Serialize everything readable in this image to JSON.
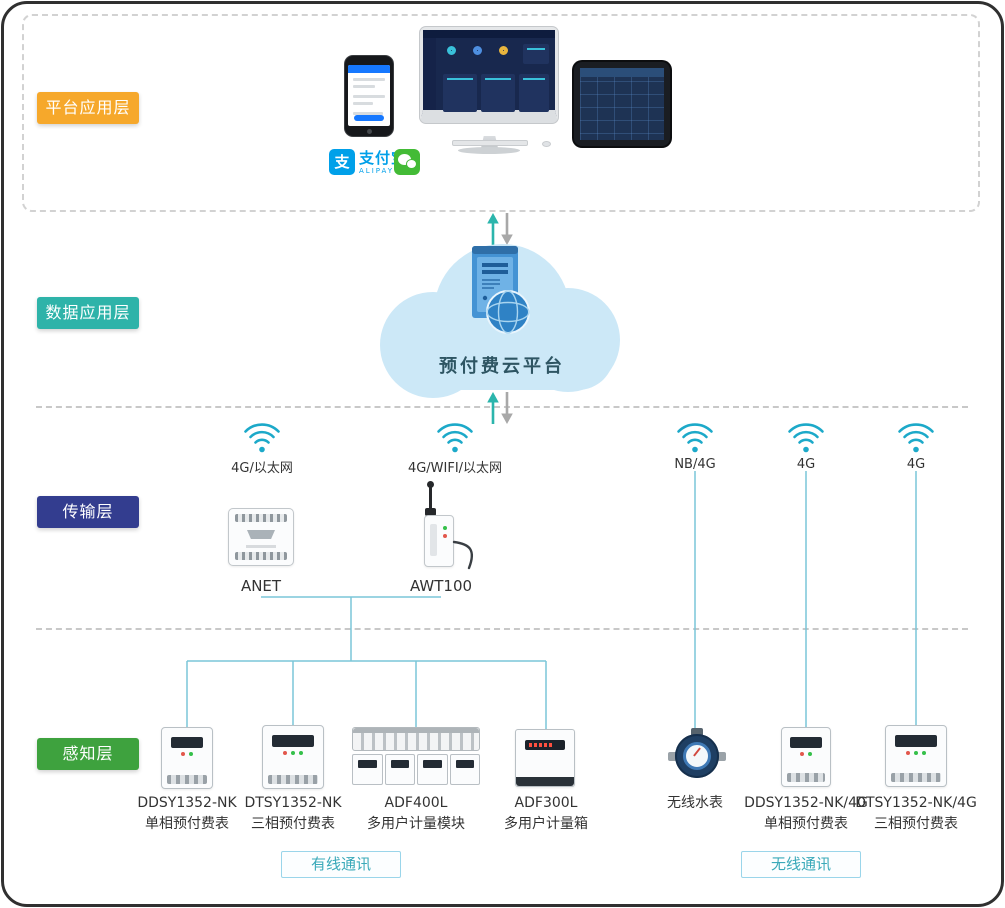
{
  "layers": {
    "platform": {
      "label": "平台应用层",
      "color": "#F6A82B"
    },
    "data": {
      "label": "数据应用层",
      "color": "#2EB3A9"
    },
    "transmission": {
      "label": "传输层",
      "color": "#333D8F"
    },
    "perception": {
      "label": "感知层",
      "color": "#3EA23E"
    }
  },
  "cloud": {
    "title": "预付费云平台"
  },
  "app_icons": {
    "alipay_glyph": "支",
    "alipay_name": "支付宝",
    "alipay_sub": "ALIPAY",
    "wechat_icon": "wechat"
  },
  "network_nodes": [
    {
      "label": "4G/以太网"
    },
    {
      "label": "4G/WIFI/以太网"
    },
    {
      "label": "NB/4G"
    },
    {
      "label": "4G"
    },
    {
      "label": "4G"
    }
  ],
  "gateways": [
    {
      "name": "ANET"
    },
    {
      "name": "AWT100"
    }
  ],
  "devices": [
    {
      "model": "DDSY1352-NK",
      "desc": "单相预付费表"
    },
    {
      "model": "DTSY1352-NK",
      "desc": "三相预付费表"
    },
    {
      "model": "ADF400L",
      "desc": "多用户计量模块"
    },
    {
      "model": "ADF300L",
      "desc": "多用户计量箱"
    },
    {
      "model": "无线水表",
      "desc": ""
    },
    {
      "model": "DDSY1352-NK/4G",
      "desc": "单相预付费表"
    },
    {
      "model": "DTSY1352-NK/4G",
      "desc": "三相预付费表"
    }
  ],
  "comm_badges": {
    "wired": "有线通讯",
    "wireless": "无线通讯"
  },
  "colors": {
    "connection_line": "#7AC6D8",
    "wifi_icon": "#1CA9C9",
    "arrow_up": "#2BB5AC",
    "arrow_down": "#A8A8A8",
    "cloud_fill": "#CCE8F7",
    "badge_text": "#3AA9B9",
    "badge_border": "#9AD5EA"
  }
}
